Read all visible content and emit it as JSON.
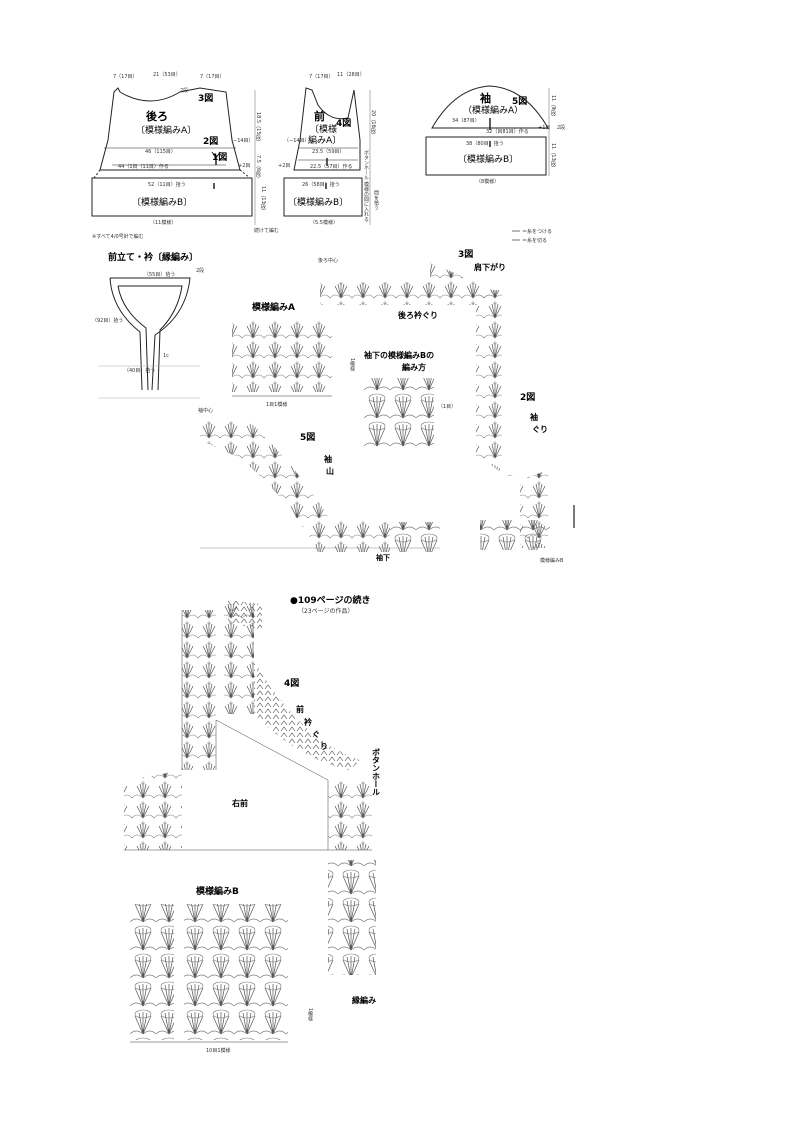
{
  "schematic": {
    "back": {
      "title": "後ろ",
      "pattern_a": "〔模様編みA〕",
      "pattern_b": "〔模様編みB〕",
      "fig2": "2図",
      "fig3": "3図",
      "fig1": "1図",
      "top_width": "21（53目）",
      "top_side_l": "7（17目）",
      "top_side_r": "7（17目）",
      "neck_rows": "2段",
      "width_main": "46（115目）",
      "width_start": "44（1目（11目）作る",
      "plus2": "+2目",
      "minus14": "（−14目）",
      "hem": "52（11目）拾う",
      "hem_pat": "（11模様）",
      "h_armhole": "18.5（15段）",
      "h_side": "7.5（6段）",
      "h_hem": "11（13段）",
      "cont": "続けて編む",
      "note": "※すべて4/0号針で編む"
    },
    "front": {
      "title": "前",
      "pattern_a1": "〔模様",
      "pattern_a2": "編みA〕",
      "pattern_b": "〔模様編みB〕",
      "fig4": "4図",
      "top_l": "7（17目）",
      "top_r": "11（28目）",
      "minus14": "（−14目）",
      "w1": "23.5（59目）",
      "w2": "22.5（57目）作る",
      "plus2": "+2目",
      "hem": "26（58目）拾う",
      "hem_pat": "（5.5模様）",
      "h_front": "20（16段）",
      "vert_note": "ボタンホール 模様の間に入れる",
      "vert_note2": "間を拾う"
    },
    "sleeve": {
      "title": "袖",
      "pattern_a": "（模様編みA）",
      "pattern_b": "〔模様編みB〕",
      "fig5": "5図",
      "w1": "34（87目）",
      "w2": "32（目81目）作る",
      "w3": "38（80目）拾う",
      "hem_pat": "（8模様）",
      "h1": "11（9段）",
      "h2": "11（13段）",
      "plus": "+1目",
      "rows": "2段"
    },
    "legend": {
      "attach": "＝糸をつける",
      "cut": "＝糸を切る"
    }
  },
  "collar": {
    "title": "前立て・衿〔縁編み〕",
    "pick1": "（55目）拾う",
    "pick2": "（92目）拾う",
    "pick3": "（40目）拾う",
    "rows": "2段",
    "one": "1c"
  },
  "chart_a": {
    "title": "模様編みA",
    "repeat": "1目1模様",
    "side": "1模様"
  },
  "fig3_chart": {
    "title": "3図",
    "back_center": "後ろ中心",
    "shoulder": "肩下がり",
    "neck": "後ろ衿ぐり",
    "fig2": "2図",
    "armhole1": "袖",
    "armhole2": "ぐり",
    "pattern_b": "模様編みB"
  },
  "underarm": {
    "title1": "袖下の模様編みBの",
    "title2": "編み方",
    "note": "（1目）"
  },
  "fig5_chart": {
    "title": "5図",
    "center": "袖中心",
    "cap1": "袖",
    "cap2": "山",
    "under": "袖下"
  },
  "continuation": {
    "title": "●109ページの続き",
    "subtitle": "（23ページの作品）"
  },
  "fig4_chart": {
    "title": "4図",
    "neck1": "前",
    "neck2": "衿",
    "neck3": "ぐ",
    "neck4": "り",
    "button": "ボタンホール",
    "right_front": "右前",
    "border": "縁編み"
  },
  "chart_b": {
    "title": "模様編みB",
    "repeat": "10目1模様",
    "side": "1模様"
  }
}
